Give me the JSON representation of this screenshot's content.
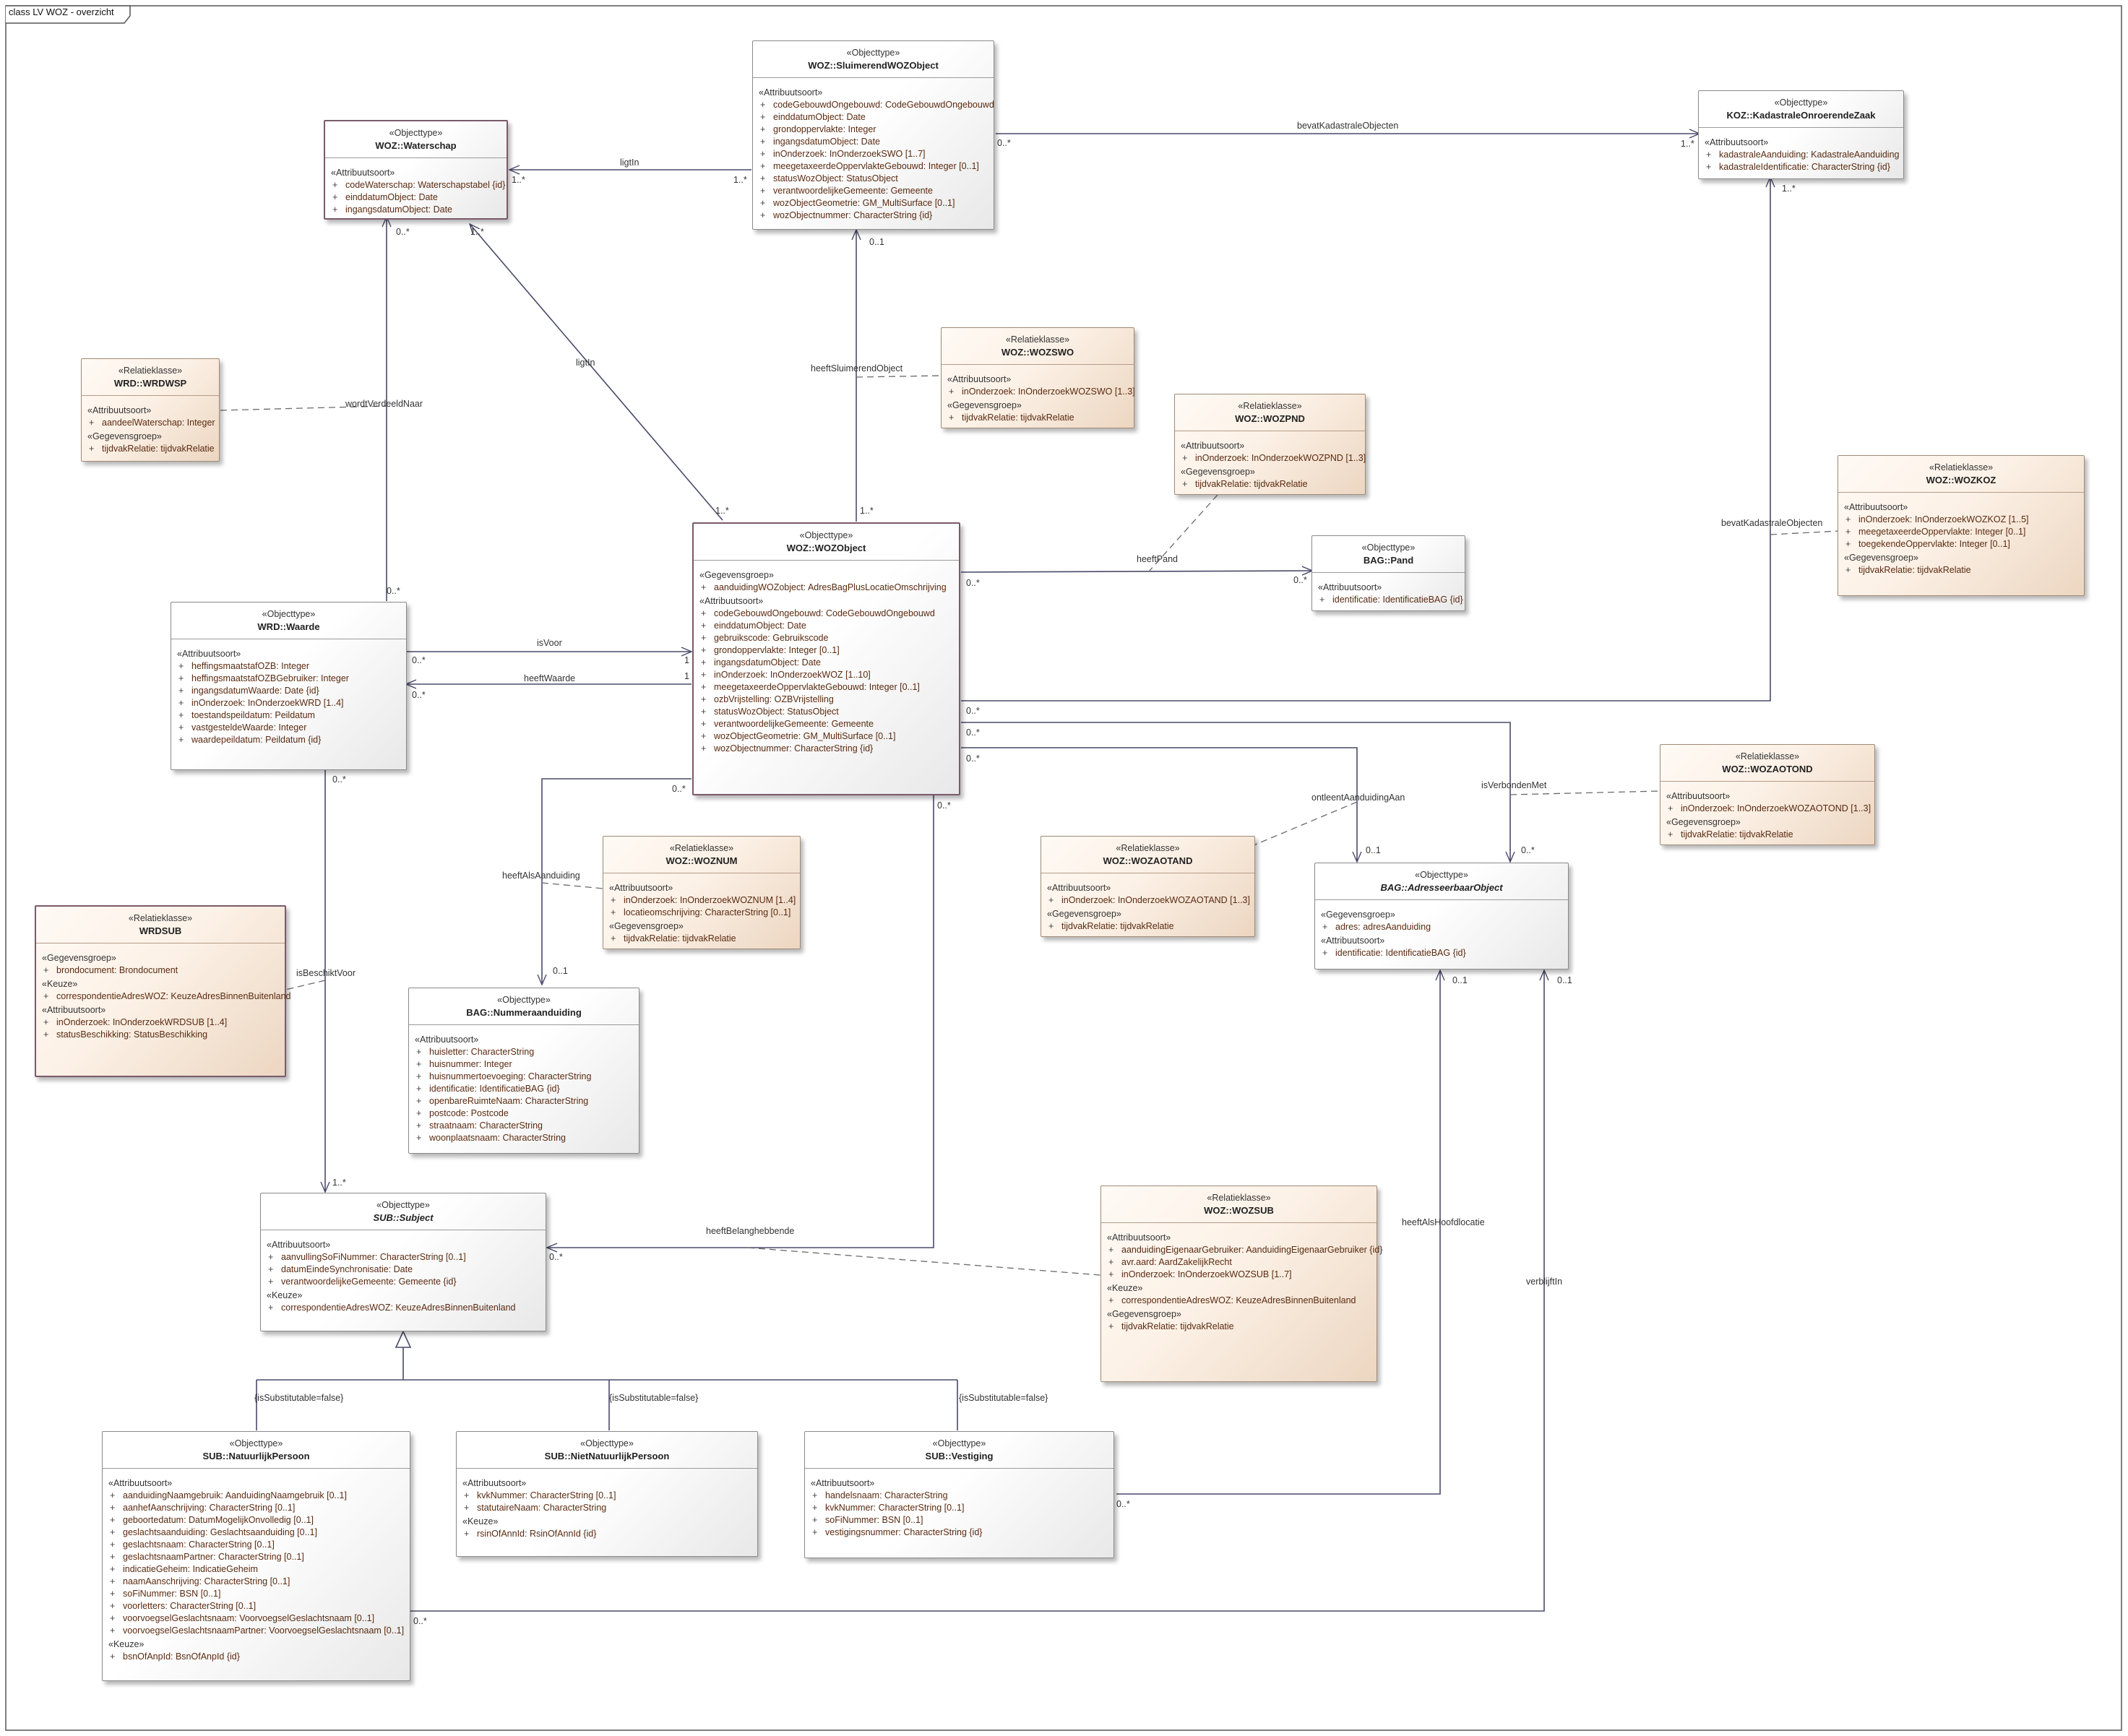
{
  "diagram_title": "class LV WOZ - overzicht",
  "classes": [
    {
      "id": "waterschap",
      "stereotype": "«Objecttype»",
      "name": "WOZ::Waterschap",
      "sections": [
        {
          "title": "«Attribuutsoort»",
          "attrs": [
            "codeWaterschap: Waterschapstabel {id}",
            "einddatumObject: Date",
            "ingangsdatumObject: Date"
          ]
        }
      ]
    },
    {
      "id": "sluimerend",
      "stereotype": "«Objecttype»",
      "name": "WOZ::SluimerendWOZObject",
      "sections": [
        {
          "title": "«Attribuutsoort»",
          "attrs": [
            "codeGebouwdOngebouwd: CodeGebouwdOngebouwd",
            "einddatumObject: Date",
            "grondoppervlakte: Integer",
            "ingangsdatumObject: Date",
            "inOnderzoek: InOnderzoekSWO [1..7]",
            "meegetaxeerdeOppervlakteGebouwd: Integer [0..1]",
            "statusWozObject: StatusObject",
            "verantwoordelijkeGemeente: Gemeente",
            "wozObjectGeometrie: GM_MultiSurface [0..1]",
            "wozObjectnummer: CharacterString {id}"
          ]
        }
      ]
    },
    {
      "id": "kadastraal",
      "stereotype": "«Objecttype»",
      "name": "KOZ::KadastraleOnroerendeZaak",
      "sections": [
        {
          "title": "«Attribuutsoort»",
          "attrs": [
            "kadastraleAanduiding: KadastraleAanduiding",
            "kadastraleIdentificatie: CharacterString {id}"
          ]
        }
      ]
    },
    {
      "id": "wrdwsp",
      "stereotype": "«Relatieklasse»",
      "name": "WRD::WRDWSP",
      "sections": [
        {
          "title": "«Attribuutsoort»",
          "attrs": [
            "aandeelWaterschap: Integer"
          ]
        },
        {
          "title": "«Gegevensgroep»",
          "attrs": [
            "tijdvakRelatie: tijdvakRelatie"
          ]
        }
      ]
    },
    {
      "id": "wozswo",
      "stereotype": "«Relatieklasse»",
      "name": "WOZ::WOZSWO",
      "sections": [
        {
          "title": "«Attribuutsoort»",
          "attrs": [
            "inOnderzoek: InOnderzoekWOZSWO [1..3]"
          ]
        },
        {
          "title": "«Gegevensgroep»",
          "attrs": [
            "tijdvakRelatie: tijdvakRelatie"
          ]
        }
      ]
    },
    {
      "id": "wozpnd",
      "stereotype": "«Relatieklasse»",
      "name": "WOZ::WOZPND",
      "sections": [
        {
          "title": "«Attribuutsoort»",
          "attrs": [
            "inOnderzoek: InOnderzoekWOZPND [1..3]"
          ]
        },
        {
          "title": "«Gegevensgroep»",
          "attrs": [
            "tijdvakRelatie: tijdvakRelatie"
          ]
        }
      ]
    },
    {
      "id": "wozkoz",
      "stereotype": "«Relatieklasse»",
      "name": "WOZ::WOZKOZ",
      "sections": [
        {
          "title": "«Attribuutsoort»",
          "attrs": [
            "inOnderzoek: InOnderzoekWOZKOZ [1..5]",
            "meegetaxeerdeOppervlakte: Integer [0..1]",
            "toegekendeOppervlakte: Integer [0..1]"
          ]
        },
        {
          "title": "«Gegevensgroep»",
          "attrs": [
            "tijdvakRelatie: tijdvakRelatie"
          ]
        }
      ]
    },
    {
      "id": "pand",
      "stereotype": "«Objecttype»",
      "name": "BAG::Pand",
      "sections": [
        {
          "title": "«Attribuutsoort»",
          "attrs": [
            "identificatie: IdentificatieBAG {id}"
          ]
        }
      ]
    },
    {
      "id": "wozobject",
      "stereotype": "«Objecttype»",
      "name": "WOZ::WOZObject",
      "sections": [
        {
          "title": "«Gegevensgroep»",
          "attrs": [
            "aanduidingWOZobject: AdresBagPlusLocatieOmschrijving"
          ]
        },
        {
          "title": "«Attribuutsoort»",
          "attrs": [
            "codeGebouwdOngebouwd: CodeGebouwdOngebouwd",
            "einddatumObject: Date",
            "gebruikscode: Gebruikscode",
            "grondoppervlakte: Integer [0..1]",
            "ingangsdatumObject: Date",
            "inOnderzoek: InOnderzoekWOZ [1..10]",
            "meegetaxeerdeOppervlakteGebouwd: Integer [0..1]",
            "ozbVrijstelling: OZBVrijstelling",
            "statusWozObject: StatusObject",
            "verantwoordelijkeGemeente: Gemeente",
            "wozObjectGeometrie: GM_MultiSurface [0..1]",
            "wozObjectnummer: CharacterString {id}"
          ]
        }
      ]
    },
    {
      "id": "waarde",
      "stereotype": "«Objecttype»",
      "name": "WRD::Waarde",
      "sections": [
        {
          "title": "«Attribuutsoort»",
          "attrs": [
            "heffingsmaatstafOZB: Integer",
            "heffingsmaatstafOZBGebruiker: Integer",
            "ingangsdatumWaarde: Date {id}",
            "inOnderzoek: InOnderzoekWRD [1..4]",
            "toestandspeildatum: Peildatum",
            "vastgesteldeWaarde: Integer",
            "waardepeildatum: Peildatum {id}"
          ]
        }
      ]
    },
    {
      "id": "wozaotand",
      "stereotype": "«Relatieklasse»",
      "name": "WOZ::WOZAOTOND",
      "sections": [
        {
          "title": "«Attribuutsoort»",
          "attrs": [
            "inOnderzoek: InOnderzoekWOZAOTOND [1..3]"
          ]
        },
        {
          "title": "«Gegevensgroep»",
          "attrs": [
            "tijdvakRelatie: tijdvakRelatie"
          ]
        }
      ]
    },
    {
      "id": "woznum",
      "stereotype": "«Relatieklasse»",
      "name": "WOZ::WOZNUM",
      "sections": [
        {
          "title": "«Attribuutsoort»",
          "attrs": [
            "inOnderzoek: InOnderzoekWOZNUM [1..4]",
            "locatieomschrijving: CharacterString [0..1]"
          ]
        },
        {
          "title": "«Gegevensgroep»",
          "attrs": [
            "tijdvakRelatie: tijdvakRelatie"
          ]
        }
      ]
    },
    {
      "id": "wozaotand2",
      "stereotype": "«Relatieklasse»",
      "name": "WOZ::WOZAOTAND",
      "sections": [
        {
          "title": "«Attribuutsoort»",
          "attrs": [
            "inOnderzoek: InOnderzoekWOZAOTAND [1..3]"
          ]
        },
        {
          "title": "«Gegevensgroep»",
          "attrs": [
            "tijdvakRelatie: tijdvakRelatie"
          ]
        }
      ]
    },
    {
      "id": "adresseerbaar",
      "stereotype": "«Objecttype»",
      "name": "BAG::AdresseerbaarObject",
      "italic": true,
      "sections": [
        {
          "title": "«Gegevensgroep»",
          "attrs": [
            "adres: adresAanduiding"
          ]
        },
        {
          "title": "«Attribuutsoort»",
          "attrs": [
            "identificatie: IdentificatieBAG {id}"
          ]
        }
      ]
    },
    {
      "id": "wrdsub",
      "stereotype": "«Relatieklasse»",
      "name": "WRDSUB",
      "sections": [
        {
          "title": "«Gegevensgroep»",
          "attrs": [
            "brondocument: Brondocument"
          ]
        },
        {
          "title": "«Keuze»",
          "attrs": [
            "correspondentieAdresWOZ: KeuzeAdresBinnenBuitenland"
          ]
        },
        {
          "title": "«Attribuutsoort»",
          "attrs": [
            "inOnderzoek: InOnderzoekWRDSUB [1..4]",
            "statusBeschikking: StatusBeschikking"
          ]
        }
      ]
    },
    {
      "id": "nummeraanduiding",
      "stereotype": "«Objecttype»",
      "name": "BAG::Nummeraanduiding",
      "sections": [
        {
          "title": "«Attribuutsoort»",
          "attrs": [
            "huisletter: CharacterString",
            "huisnummer: Integer",
            "huisnummertoevoeging: CharacterString",
            "identificatie: IdentificatieBAG {id}",
            "openbareRuimteNaam: CharacterString",
            "postcode: Postcode",
            "straatnaam: CharacterString",
            "woonplaatsnaam: CharacterString"
          ]
        }
      ]
    },
    {
      "id": "subject",
      "stereotype": "«Objecttype»",
      "name": "SUB::Subject",
      "italic": true,
      "sections": [
        {
          "title": "«Attribuutsoort»",
          "attrs": [
            "aanvullingSoFiNummer: CharacterString [0..1]",
            "datumEindeSynchronisatie: Date",
            "verantwoordelijkeGemeente: Gemeente {id}"
          ]
        },
        {
          "title": "«Keuze»",
          "attrs": [
            "correspondentieAdresWOZ: KeuzeAdresBinnenBuitenland"
          ]
        }
      ]
    },
    {
      "id": "wozsub",
      "stereotype": "«Relatieklasse»",
      "name": "WOZ::WOZSUB",
      "sections": [
        {
          "title": "«Attribuutsoort»",
          "attrs": [
            "aanduidingEigenaarGebruiker: AanduidingEigenaarGebruiker {id}",
            "avr.aard: AardZakelijkRecht",
            "inOnderzoek: InOnderzoekWOZSUB [1..7]"
          ]
        },
        {
          "title": "«Keuze»",
          "attrs": [
            "correspondentieAdresWOZ: KeuzeAdresBinnenBuitenland"
          ]
        },
        {
          "title": "«Gegevensgroep»",
          "attrs": [
            "tijdvakRelatie: tijdvakRelatie"
          ]
        }
      ]
    },
    {
      "id": "natuurlijk",
      "stereotype": "«Objecttype»",
      "name": "SUB::NatuurlijkPersoon",
      "sections": [
        {
          "title": "«Attribuutsoort»",
          "attrs": [
            "aanduidingNaamgebruik: AanduidingNaamgebruik [0..1]",
            "aanhefAanschrijving: CharacterString [0..1]",
            "geboortedatum: DatumMogelijkOnvolledig [0..1]",
            "geslachtsaanduiding: Geslachtsaanduiding [0..1]",
            "geslachtsnaam: CharacterString [0..1]",
            "geslachtsnaamPartner: CharacterString [0..1]",
            "indicatieGeheim: IndicatieGeheim",
            "naamAanschrijving: CharacterString [0..1]",
            "soFiNummer: BSN [0..1]",
            "voorletters: CharacterString [0..1]",
            "voorvoegselGeslachtsnaam: VoorvoegselGeslachtsnaam [0..1]",
            "voorvoegselGeslachtsnaamPartner: VoorvoegselGeslachtsnaam [0..1]"
          ]
        },
        {
          "title": "«Keuze»",
          "attrs": [
            "bsnOfAnpId: BsnOfAnpId {id}"
          ]
        }
      ]
    },
    {
      "id": "nietnatuurlijk",
      "stereotype": "«Objecttype»",
      "name": "SUB::NietNatuurlijkPersoon",
      "sections": [
        {
          "title": "«Attribuutsoort»",
          "attrs": [
            "kvkNummer: CharacterString [0..1]",
            "statutaireNaam: CharacterString"
          ]
        },
        {
          "title": "«Keuze»",
          "attrs": [
            "rsinOfAnnId: RsinOfAnnId {id}"
          ]
        }
      ]
    },
    {
      "id": "vestiging",
      "stereotype": "«Objecttype»",
      "name": "SUB::Vestiging",
      "sections": [
        {
          "title": "«Attribuutsoort»",
          "attrs": [
            "handelsnaam: CharacterString",
            "kvkNummer: CharacterString [0..1]",
            "soFiNummer: BSN [0..1]",
            "vestigingsnummer: CharacterString {id}"
          ]
        }
      ]
    }
  ],
  "labels": {
    "ligtIn_1": "ligtIn",
    "ligtIn_2": "ligtIn",
    "bevatKadastrale_1": "bevatKadastraleObjecten",
    "bevatKadastrale_2": "bevatKadastraleObjecten",
    "wordtVerdeeldNaar": "wordtVerdeeldNaar",
    "heeftSluimerendObject": "heeftSluimerendObject",
    "heeftPand": "heeftPand",
    "isVoor": "isVoor",
    "heeftWaarde": "heeftWaarde",
    "ontleentAanduidingAan": "ontleentAanduidingAan",
    "isVerbondenMet": "isVerbondenMet",
    "heeftAlsAanduiding": "heeftAlsAanduiding",
    "isBeschiktVoor": "isBeschiktVoor",
    "heeftBelanghebbende": "heeftBelanghebbende",
    "heeftAlsHoofdlocatie": "heeftAlsHoofdlocatie",
    "verblijftIn": "verblijftIn",
    "isSub_1": "{isSubstitutable=false}",
    "isSub_2": "{isSubstitutable=false}",
    "isSub_3": "{isSubstitutable=false}",
    "m_wat_1": "1..*",
    "m_sluim_1": "1..*",
    "m_sluim_0": "0..*",
    "m_kad_1": "1..*",
    "m_wat_0": "0..*",
    "m_wat_1b": "1..*",
    "m_sluim_01": "0..1",
    "m_kad_1b": "1..*",
    "m_woz_1a": "1..*",
    "m_woz_1b": "1..*",
    "m_waarde_0": "0..*",
    "m_woz_0pand": "0..*",
    "m_pand_0": "0..*",
    "m_waarde_0b": "0..*",
    "m_woz_1c": "1",
    "m_waarde_0c": "0..*",
    "m_woz_1d": "1",
    "m_woz_0a": "0..*",
    "m_woz_0b": "0..*",
    "m_woz_0c": "0..*",
    "m_woz_0d": "0..*",
    "m_woz_0e": "0..*",
    "m_adr_01a": "0..1",
    "m_adr_0": "0..*",
    "m_num_01": "0..1",
    "m_waarde_0d": "0..*",
    "m_sub_1": "1..*",
    "m_sub_0": "0..*",
    "m_adr_01b": "0..1",
    "m_adr_01c": "0..1",
    "m_vest_0": "0..*",
    "m_nat_0": "0..*"
  },
  "colors": {
    "object_fill": "#ffffff",
    "relation_fill": "#fcf1e6",
    "line": "#4a4a6a",
    "attr_text": "#5a2a10"
  }
}
